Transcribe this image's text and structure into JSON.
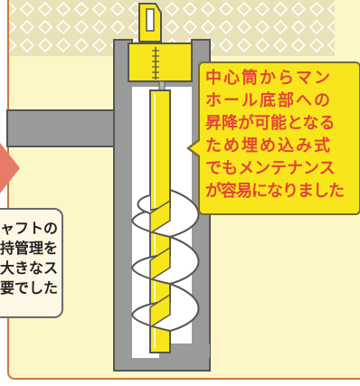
{
  "callout_right": {
    "lines": [
      "中心筒からマン",
      "ホール底部への",
      "昇降が可能となる",
      "ため埋め込み式",
      "でもメンテナンス",
      "が容易になりました"
    ]
  },
  "callout_left": {
    "lines": [
      "ャフトの",
      "持管理を",
      "大きなス",
      "要でした"
    ]
  },
  "colors": {
    "background": "#fdf6c6",
    "shaft_yellow": "#f7e61b",
    "wall_gray": "#9a9a9a",
    "arrow": "#e77a68",
    "callout_text": "#e3433a"
  }
}
